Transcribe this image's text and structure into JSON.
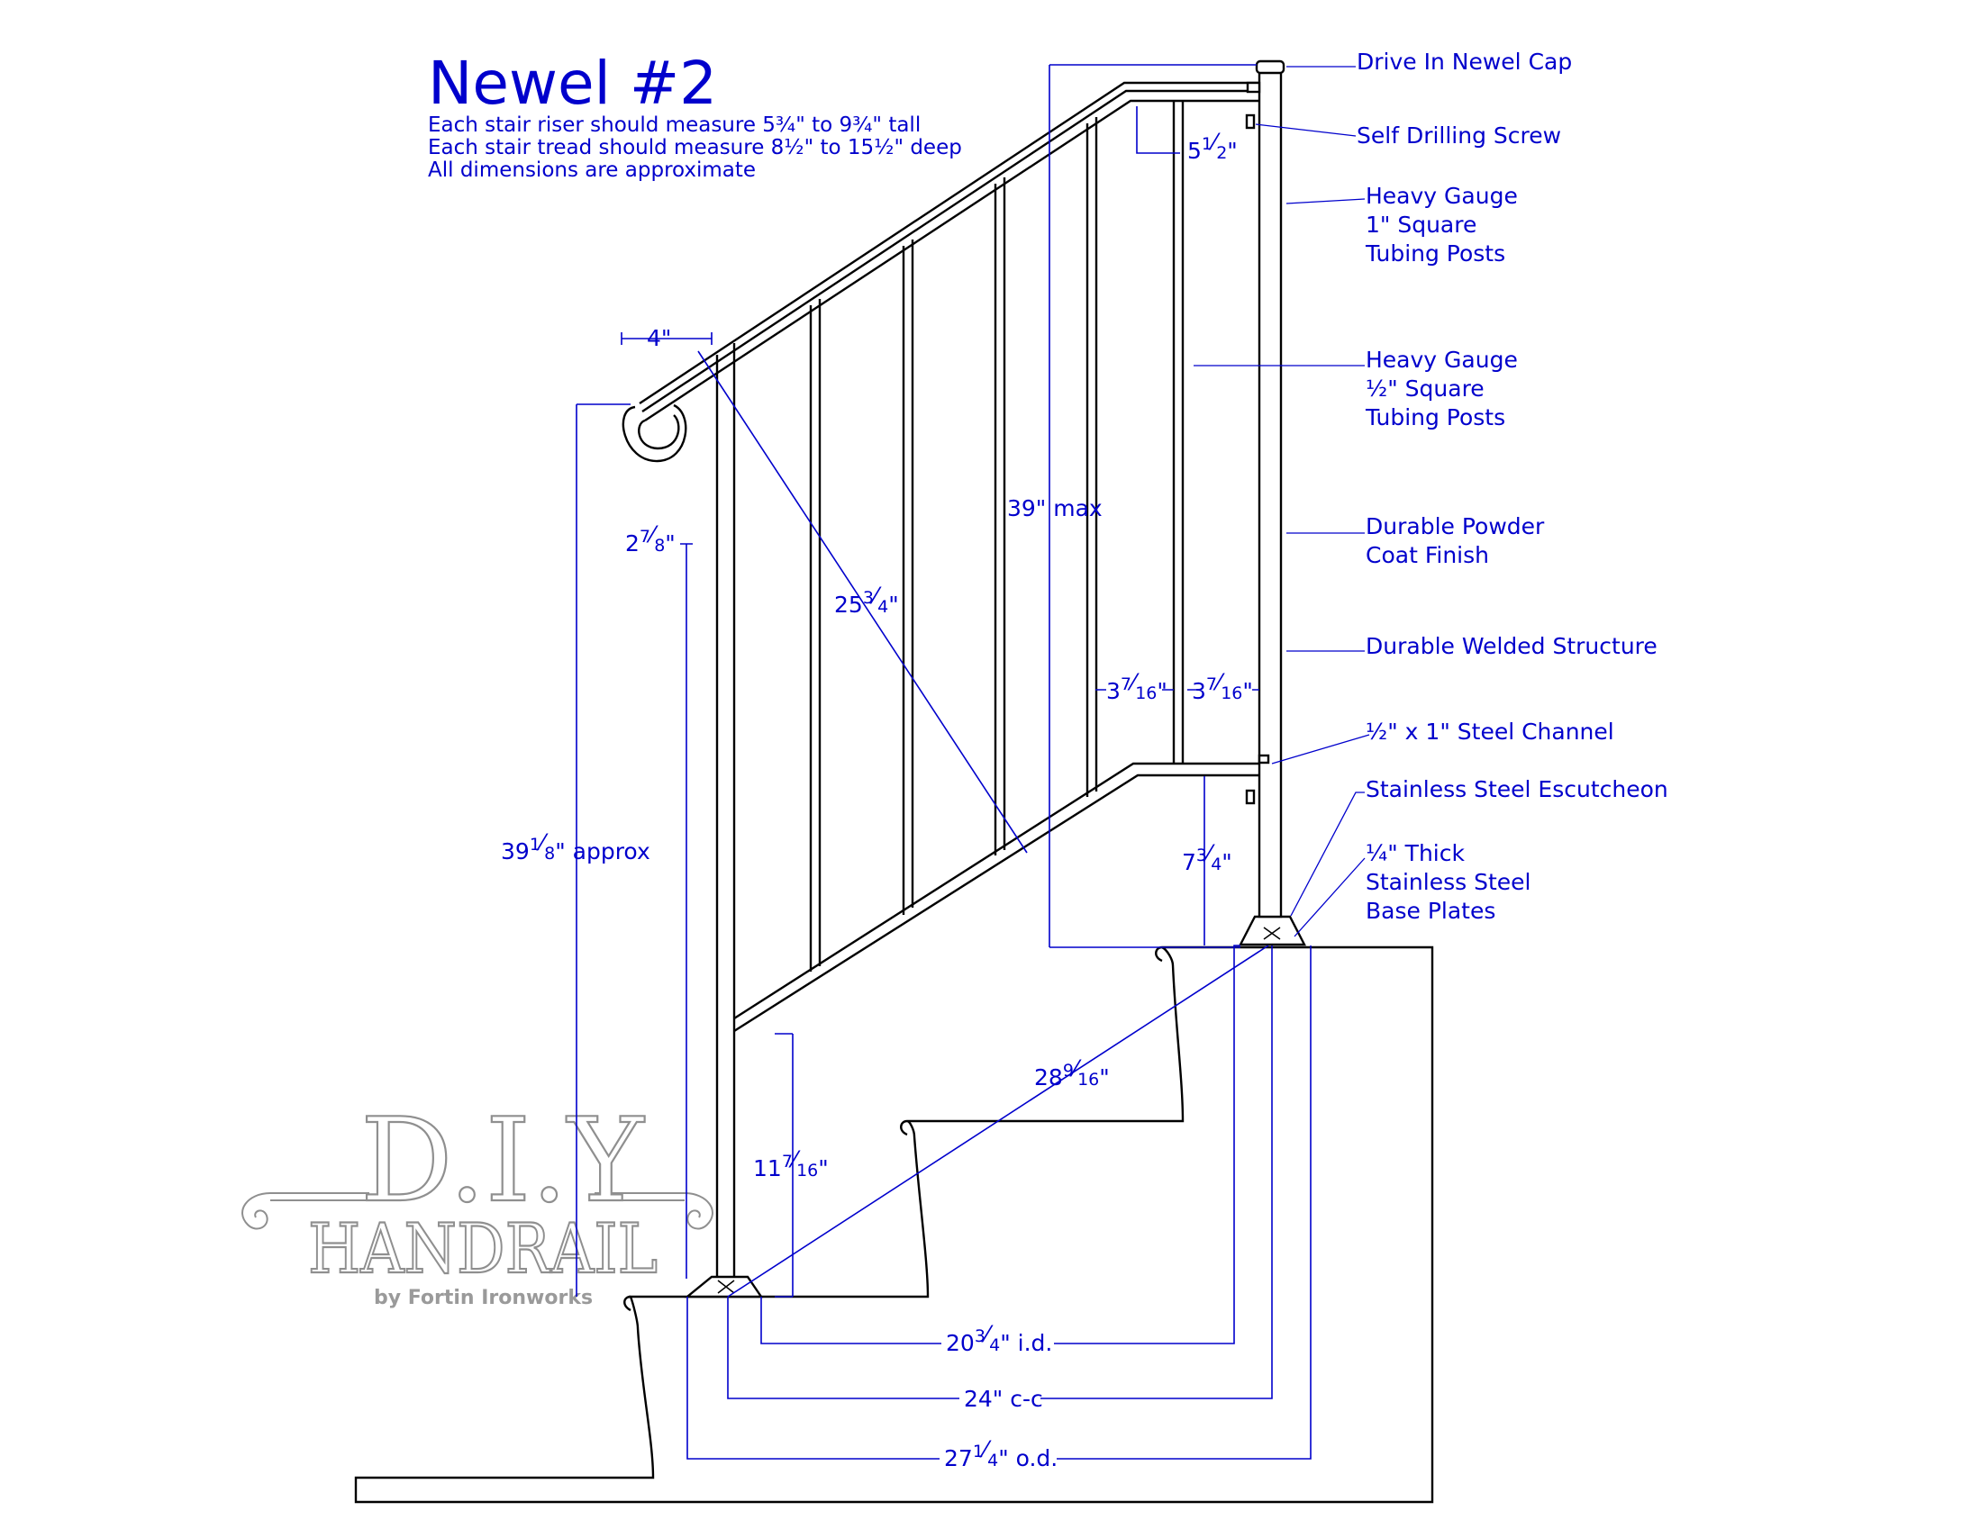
{
  "title": "Newel #2",
  "notes": [
    "Each stair riser should measure 5¾\" to 9¾\" tall",
    "Each stair tread should measure 8½\" to 15½\" deep",
    "All dimensions are approximate"
  ],
  "callouts": {
    "cap": "Drive In Newel Cap",
    "screw": "Self Drilling Screw",
    "heavy1": [
      "Heavy Gauge",
      "1\" Square",
      "Tubing Posts"
    ],
    "heavy2": [
      "Heavy Gauge",
      "½\" Square",
      "Tubing Posts"
    ],
    "powder": [
      "Durable Powder",
      "Coat Finish"
    ],
    "welded": "Durable Welded Structure",
    "channel": "½\" x 1\" Steel Channel",
    "escutcheon": "Stainless Steel Escutcheon",
    "plates": [
      "¼\" Thick",
      "Stainless Steel",
      "Base Plates"
    ]
  },
  "dimensions": {
    "scroll_width": {
      "whole": "",
      "num": "",
      "den": "",
      "suffix": "4\""
    },
    "scroll_drop": {
      "whole": "2",
      "num": "7",
      "den": "8",
      "suffix": "\""
    },
    "top_offset": {
      "whole": "5",
      "num": "1",
      "den": "2",
      "suffix": "\""
    },
    "height_max": {
      "whole": "",
      "num": "",
      "den": "",
      "suffix": "39\" max"
    },
    "diag_rail": {
      "whole": "25",
      "num": "3",
      "den": "4",
      "suffix": "\""
    },
    "gap_left": {
      "whole": "3",
      "num": "7",
      "den": "16",
      "suffix": "\""
    },
    "gap_right": {
      "whole": "3",
      "num": "7",
      "den": "16",
      "suffix": "\""
    },
    "bottom_clear": {
      "whole": "7",
      "num": "3",
      "den": "4",
      "suffix": "\""
    },
    "height_approx": {
      "whole": "39",
      "num": "1",
      "den": "8",
      "suffix": "\" approx"
    },
    "low_clear": {
      "whole": "11",
      "num": "7",
      "den": "16",
      "suffix": "\""
    },
    "diag_base": {
      "whole": "28",
      "num": "9",
      "den": "16",
      "suffix": "\""
    },
    "inner_width": {
      "whole": "20",
      "num": "3",
      "den": "4",
      "suffix": "\" i.d."
    },
    "center_width": {
      "whole": "",
      "num": "",
      "den": "",
      "suffix": "24\" c-c"
    },
    "outer_width": {
      "whole": "27",
      "num": "1",
      "den": "4",
      "suffix": "\" o.d."
    }
  },
  "watermark": {
    "line1": "D.I.Y",
    "line2": "HANDRAIL",
    "line3": "by Fortin Ironworks"
  },
  "colors": {
    "annotation": "#0000cc",
    "drawing": "#000000",
    "watermark": "#8f8f8f"
  }
}
